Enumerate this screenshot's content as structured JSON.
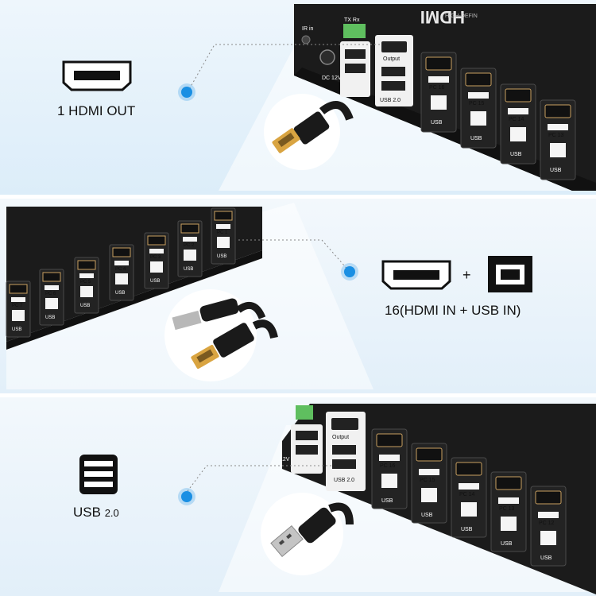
{
  "panel1": {
    "label": "1 HDMI OUT",
    "device_text": {
      "brand": "HDMI",
      "brand_sub": "HIGH-DEFIN",
      "ir_in": "IR in",
      "tx_rx": "TX  Rx",
      "dc": "DC 12V",
      "output": "Output",
      "usb20": "USB 2.0",
      "ports": [
        {
          "pc": "PC 16",
          "usb": "USB"
        },
        {
          "pc": "PC 15",
          "usb": "USB"
        },
        {
          "pc": "PC 14",
          "usb": "USB"
        },
        {
          "pc": "PC 13",
          "usb": "USB"
        }
      ]
    }
  },
  "panel2": {
    "label": "16(HDMI IN + USB IN)",
    "plus": "+",
    "ports": [
      {
        "pc": "PC 7",
        "usb": "USB"
      },
      {
        "pc": "PC 6",
        "usb": "USB"
      },
      {
        "pc": "PC 5",
        "usb": "USB"
      },
      {
        "pc": "PC 4",
        "usb": "USB"
      },
      {
        "pc": "PC 3",
        "usb": "USB"
      },
      {
        "pc": "PC 2",
        "usb": "USB"
      },
      {
        "pc": "PC 1",
        "usb": "USB"
      }
    ]
  },
  "panel3": {
    "label_main": "USB",
    "label_ver": "2.0",
    "device_text": {
      "dc": "12V",
      "output": "Output",
      "usb20": "USB 2.0",
      "ports": [
        {
          "pc": "PC 16",
          "usb": "USB"
        },
        {
          "pc": "PC 15",
          "usb": "USB"
        },
        {
          "pc": "PC 14",
          "usb": "USB"
        },
        {
          "pc": "PC 13",
          "usb": "USB"
        },
        {
          "pc": "PC 12",
          "usb": "USB"
        }
      ]
    }
  },
  "colors": {
    "accent_dot": "#1a8fe3",
    "device_body": "#1b1b1b",
    "connector_gold": "#d9a441",
    "terminal_green": "#5fbf5f"
  }
}
